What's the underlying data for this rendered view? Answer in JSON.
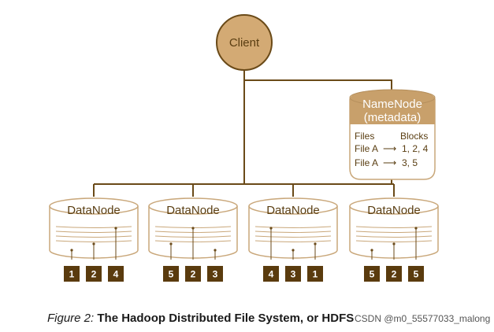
{
  "colors": {
    "line": "#6a4a18",
    "client_fill": "#d3aa74",
    "namenode_header": "#c8a06b",
    "disk_stroke": "#c9a77a",
    "block_fill": "#5a3b0e"
  },
  "client": {
    "label": "Client"
  },
  "namenode": {
    "title_line1": "NameNode",
    "title_line2": "(metadata)",
    "files_header": "Files",
    "blocks_header": "Blocks",
    "rows": [
      {
        "file": "File A",
        "arrow": "⟶",
        "blocks": "1, 2, 4"
      },
      {
        "file": "File A",
        "arrow": "⟶",
        "blocks": "3, 5"
      }
    ]
  },
  "datanodes": [
    {
      "label": "DataNode",
      "blocks": [
        "1",
        "2",
        "4"
      ]
    },
    {
      "label": "DataNode",
      "blocks": [
        "5",
        "2",
        "3"
      ]
    },
    {
      "label": "DataNode",
      "blocks": [
        "4",
        "3",
        "1"
      ]
    },
    {
      "label": "DataNode",
      "blocks": [
        "5",
        "2",
        "5"
      ]
    }
  ],
  "caption": {
    "figure": "Figure 2:",
    "title": "The Hadoop Distributed File System, or HDFS"
  },
  "watermark": "CSDN @m0_55577033_malong"
}
